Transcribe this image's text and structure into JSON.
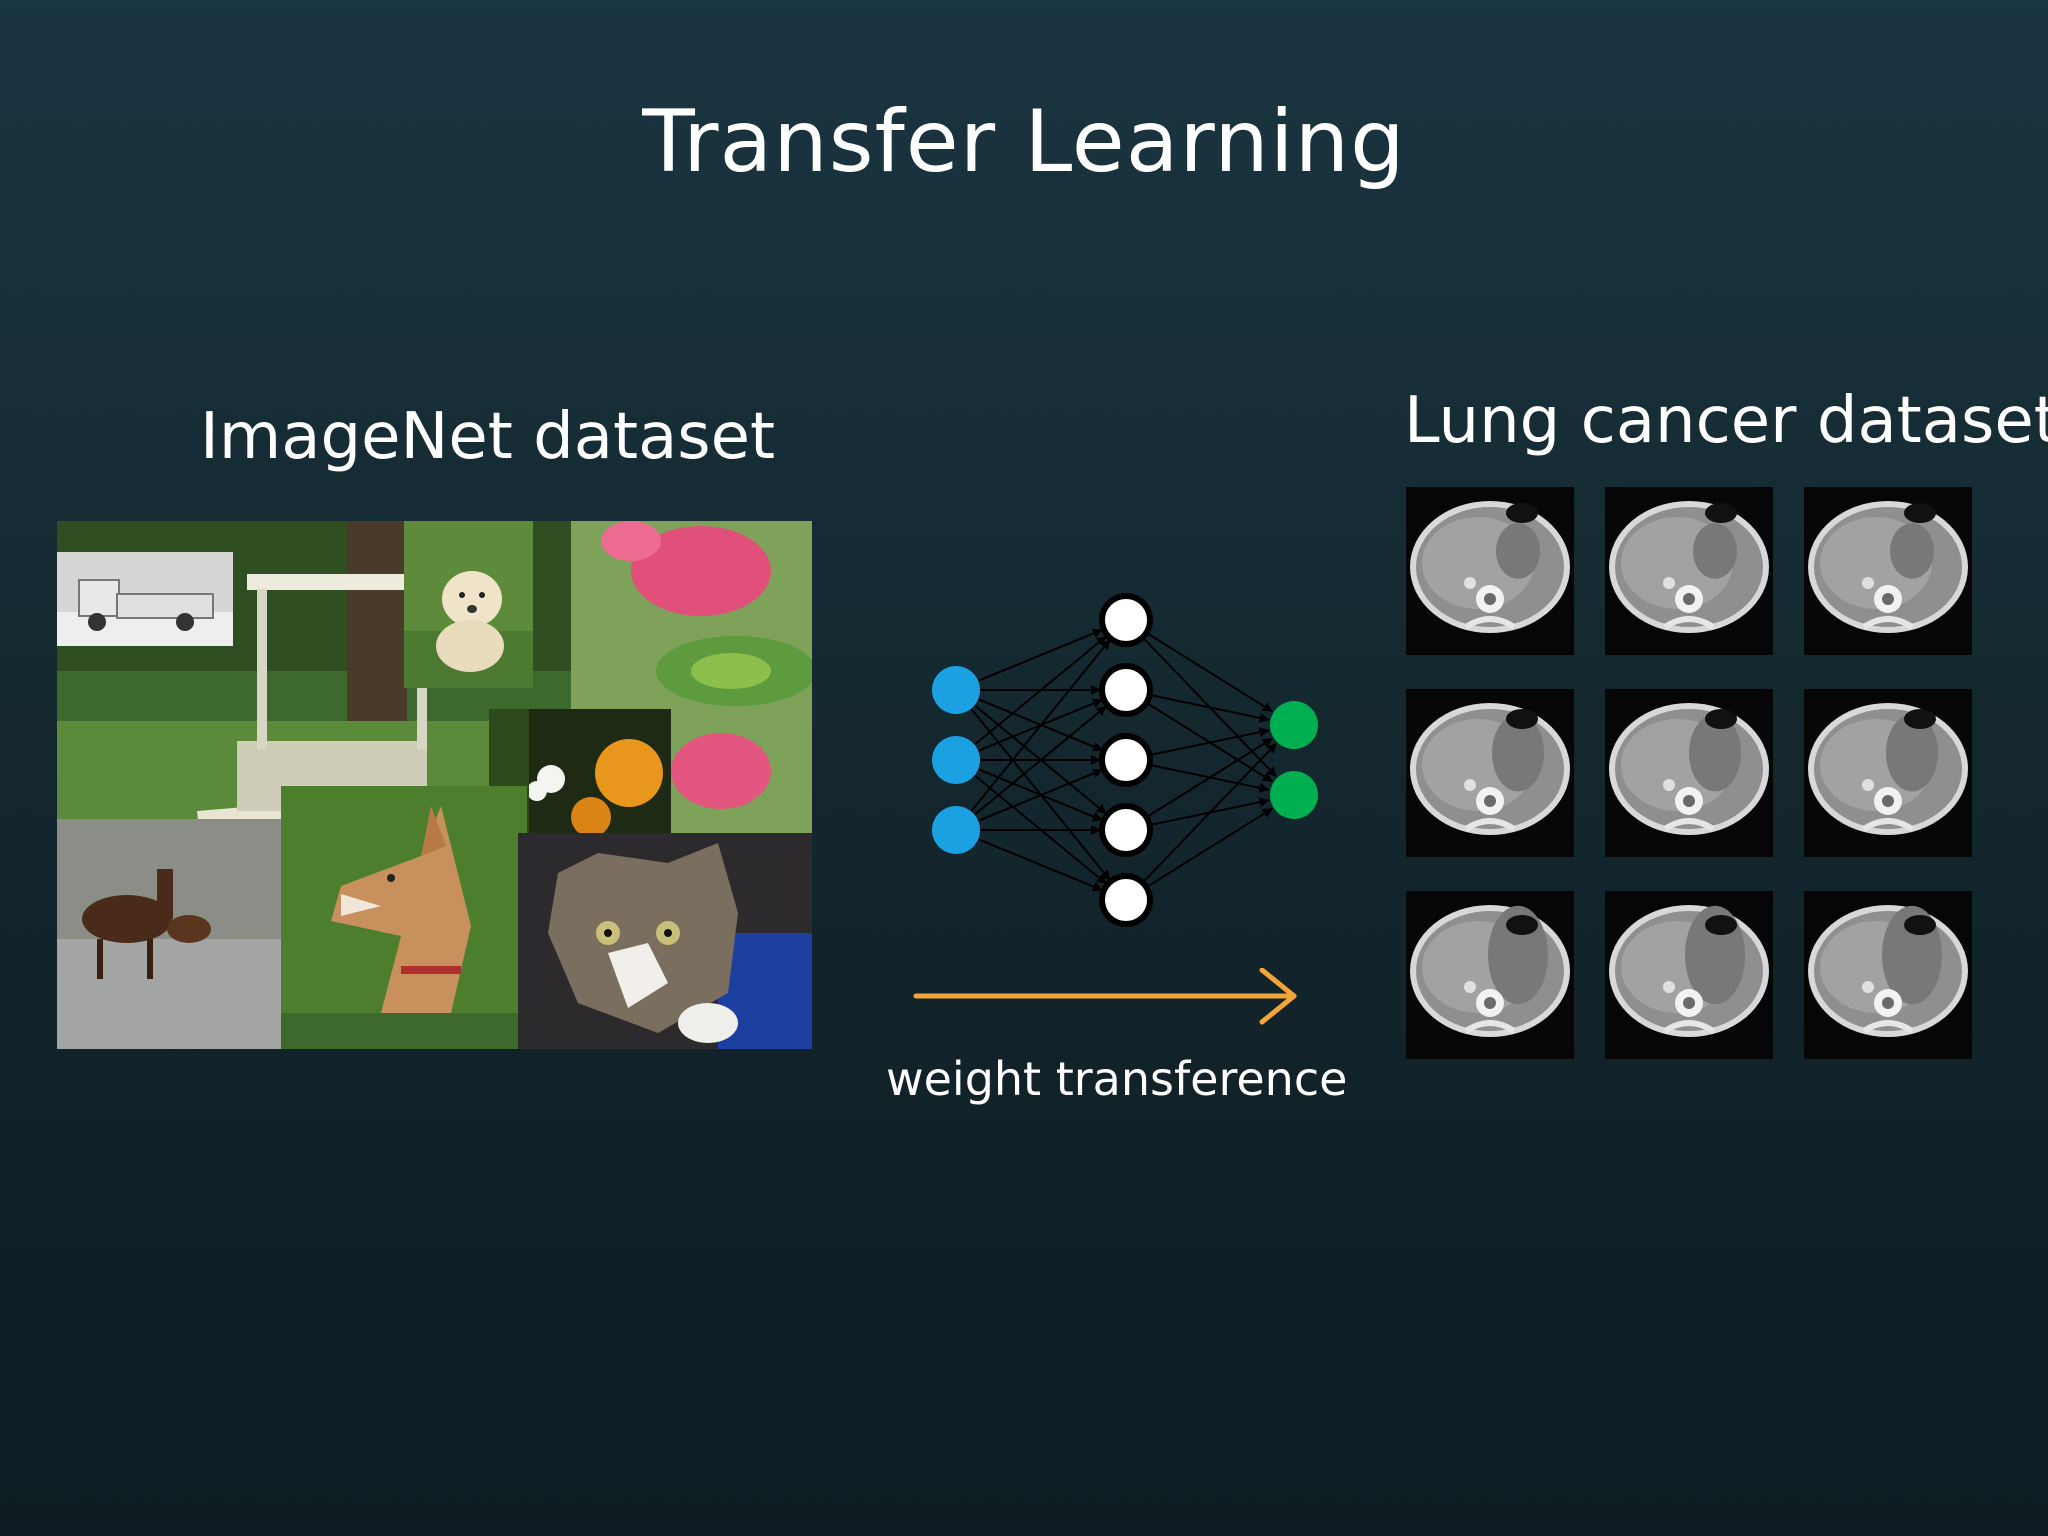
{
  "slide": {
    "title": "Transfer Learning",
    "left_label": "ImageNet dataset",
    "right_label": "Lung cancer dataset",
    "arrow_caption": "weight transference"
  },
  "network": {
    "layers": [
      3,
      5,
      2
    ],
    "input_color": "#1ba1e2",
    "hidden_color": "#ffffff",
    "output_color": "#00b050",
    "arrow_color": "#f4a537"
  },
  "ct_scans": {
    "rows": 3,
    "cols": 3
  },
  "collage": {
    "subjects": [
      "pickup-truck",
      "golf-cart",
      "golden-retriever",
      "flower-lizard",
      "oranges",
      "horses",
      "dog",
      "tabby-cat"
    ]
  }
}
